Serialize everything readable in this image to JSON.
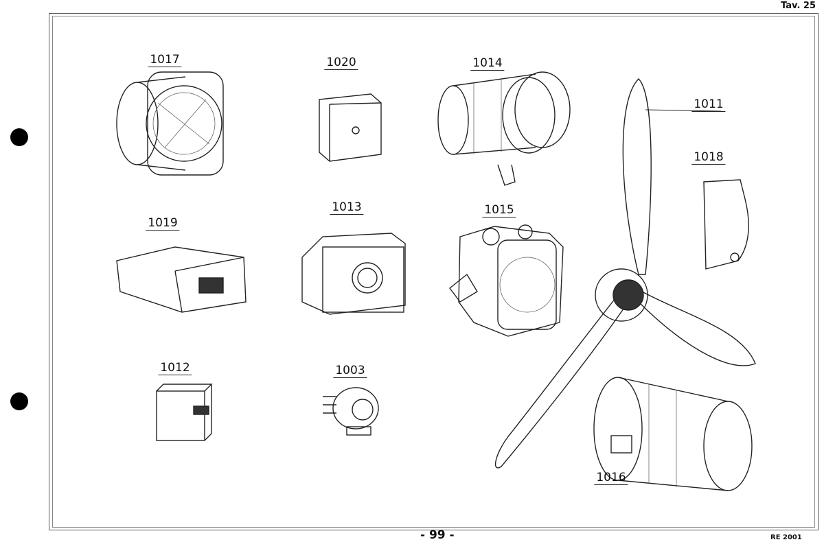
{
  "header": {
    "plate": "Tav. 25"
  },
  "footer": {
    "page": "- 99 -",
    "code": "RE 2001"
  },
  "labels": [
    "1017",
    "1020",
    "1014",
    "1011",
    "1018",
    "1019",
    "1013",
    "1015",
    "1012",
    "1003",
    "1016"
  ]
}
